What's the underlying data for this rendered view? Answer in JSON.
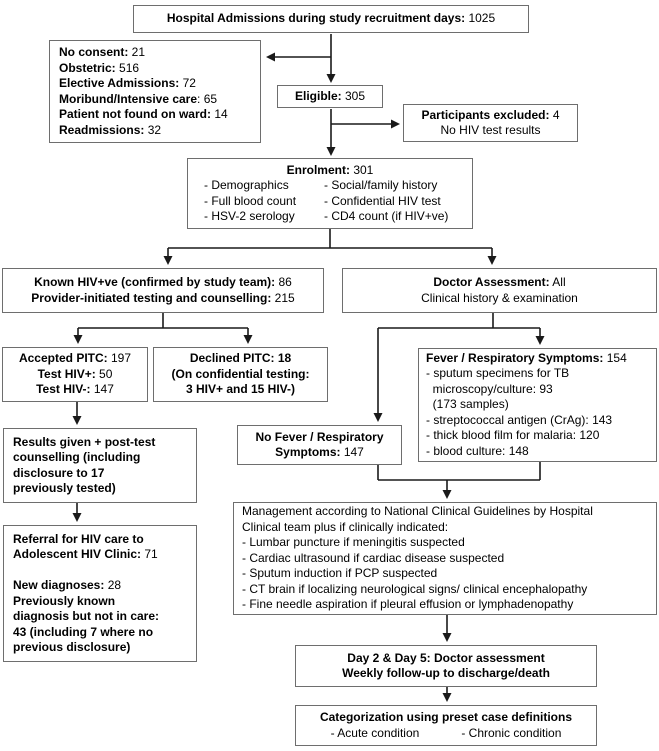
{
  "diagram": {
    "type": "flowchart",
    "colors": {
      "background": "#ffffff",
      "box_border": "#6e6e6e",
      "arrow": "#1a1a1a",
      "text": "#000000"
    },
    "boxes": {
      "hospital": {
        "lines": [
          [
            {
              "t": "Hospital Admissions during study recruitment days:",
              "b": true
            },
            {
              "t": " 1025"
            }
          ]
        ]
      },
      "exclusions": {
        "lines": [
          [
            {
              "t": "No consent:",
              "b": true
            },
            {
              "t": " 21"
            }
          ],
          [
            {
              "t": "Obstetric:",
              "b": true
            },
            {
              "t": " 516"
            }
          ],
          [
            {
              "t": "Elective Admissions:",
              "b": true
            },
            {
              "t": " 72"
            }
          ],
          [
            {
              "t": "Moribund/Intensive care",
              "b": true
            },
            {
              "t": ": 65"
            }
          ],
          [
            {
              "t": "Patient not found on ward:",
              "b": true
            },
            {
              "t": " 14"
            }
          ],
          [
            {
              "t": "Readmissions:",
              "b": true
            },
            {
              "t": " 32"
            }
          ]
        ]
      },
      "eligible": {
        "lines": [
          [
            {
              "t": "Eligible:",
              "b": true
            },
            {
              "t": " 305"
            }
          ]
        ]
      },
      "excluded": {
        "lines": [
          [
            {
              "t": "Participants excluded:",
              "b": true
            },
            {
              "t": " 4"
            }
          ],
          [
            {
              "t": "No HIV test results"
            }
          ]
        ]
      },
      "enrolment": {
        "lines": [
          [
            {
              "t": "Enrolment:",
              "b": true
            },
            {
              "t": " 301"
            }
          ],
          [
            {
              "t": "- Demographics",
              "cls": "cl"
            },
            {
              "t": "- Social/family history",
              "cls": "cr"
            }
          ],
          [
            {
              "t": "- Full blood count",
              "cls": "cl"
            },
            {
              "t": "- Confidential HIV test",
              "cls": "cr"
            }
          ],
          [
            {
              "t": "- HSV-2 serology",
              "cls": "cl"
            },
            {
              "t": "- CD4 count (if HIV+ve)",
              "cls": "cr"
            }
          ]
        ]
      },
      "known": {
        "lines": [
          [
            {
              "t": "Known HIV+ve (confirmed by study team):",
              "b": true
            },
            {
              "t": " 86"
            }
          ],
          [
            {
              "t": "Provider-initiated testing and counselling:",
              "b": true
            },
            {
              "t": " 215"
            }
          ]
        ]
      },
      "doctor": {
        "lines": [
          [
            {
              "t": "Doctor Assessment:",
              "b": true
            },
            {
              "t": " All"
            }
          ],
          [
            {
              "t": "Clinical history & examination"
            }
          ]
        ]
      },
      "accepted": {
        "lines": [
          [
            {
              "t": "Accepted PITC:",
              "b": true
            },
            {
              "t": " 197"
            }
          ],
          [
            {
              "t": "Test HIV+:",
              "b": true
            },
            {
              "t": " 50"
            }
          ],
          [
            {
              "t": "Test HIV-:",
              "b": true
            },
            {
              "t": " 147"
            }
          ]
        ]
      },
      "declined": {
        "lines": [
          [
            {
              "t": "Declined PITC: 18",
              "b": true
            }
          ],
          [
            {
              "t": "(On confidential testing:",
              "b": true
            }
          ],
          [
            {
              "t": "3 HIV+ and 15 HIV-)",
              "b": true
            }
          ]
        ]
      },
      "fever": {
        "lines": [
          [
            {
              "t": "Fever / Respiratory Symptoms:",
              "b": true
            },
            {
              "t": " 154"
            }
          ],
          [
            {
              "t": "- sputum specimens for TB"
            }
          ],
          [
            {
              "t": "  microscopy/culture: 93"
            }
          ],
          [
            {
              "t": "  (173 samples)"
            }
          ],
          [
            {
              "t": "- streptococcal antigen (CrAg): 143"
            }
          ],
          [
            {
              "t": "- thick blood film for malaria: 120"
            }
          ],
          [
            {
              "t": "- blood culture: 148"
            }
          ]
        ]
      },
      "nofever": {
        "lines": [
          [
            {
              "t": "No Fever / Respiratory",
              "b": true
            }
          ],
          [
            {
              "t": "Symptoms:",
              "b": true
            },
            {
              "t": " 147"
            }
          ]
        ]
      },
      "results": {
        "lines": [
          [
            {
              "t": "Results given + post-test",
              "b": true
            }
          ],
          [
            {
              "t": "counselling (including",
              "b": true
            }
          ],
          [
            {
              "t": "disclosure to 17",
              "b": true
            }
          ],
          [
            {
              "t": "previously tested)",
              "b": true
            }
          ]
        ]
      },
      "referral": {
        "lines": [
          [
            {
              "t": "Referral for HIV care to",
              "b": true
            }
          ],
          [
            {
              "t": "Adolescent HIV Clinic:",
              "b": true
            },
            {
              "t": " 71"
            }
          ],
          [
            {
              "t": " "
            }
          ],
          [
            {
              "t": "New diagnoses:",
              "b": true
            },
            {
              "t": " 28"
            }
          ],
          [
            {
              "t": "Previously known",
              "b": true
            }
          ],
          [
            {
              "t": "diagnosis but not in care:",
              "b": true
            }
          ],
          [
            {
              "t": "43 (including 7 where no",
              "b": true
            }
          ],
          [
            {
              "t": "previous disclosure)",
              "b": true
            }
          ]
        ]
      },
      "management": {
        "lines": [
          [
            {
              "t": "Management according to National Clinical Guidelines by Hospital"
            }
          ],
          [
            {
              "t": "Clinical team plus if clinically indicated:"
            }
          ],
          [
            {
              "t": "- Lumbar puncture if meningitis suspected"
            }
          ],
          [
            {
              "t": "- Cardiac ultrasound if cardiac disease suspected"
            }
          ],
          [
            {
              "t": "- Sputum induction if PCP suspected"
            }
          ],
          [
            {
              "t": "- CT brain if localizing neurological signs/ clinical encephalopathy"
            }
          ],
          [
            {
              "t": "- Fine needle aspiration if pleural effusion or lymphadenopathy"
            }
          ]
        ]
      },
      "day": {
        "lines": [
          [
            {
              "t": "Day 2 & Day 5: Doctor assessment",
              "b": true
            }
          ],
          [
            {
              "t": "Weekly follow-up to discharge/death",
              "b": true
            }
          ]
        ]
      },
      "categorization": {
        "lines": [
          [
            {
              "t": "Categorization using preset case definitions",
              "b": true
            }
          ],
          [
            {
              "t": "- Acute condition",
              "cls": "gapr"
            },
            {
              "t": "- Chronic condition"
            }
          ]
        ]
      }
    }
  }
}
